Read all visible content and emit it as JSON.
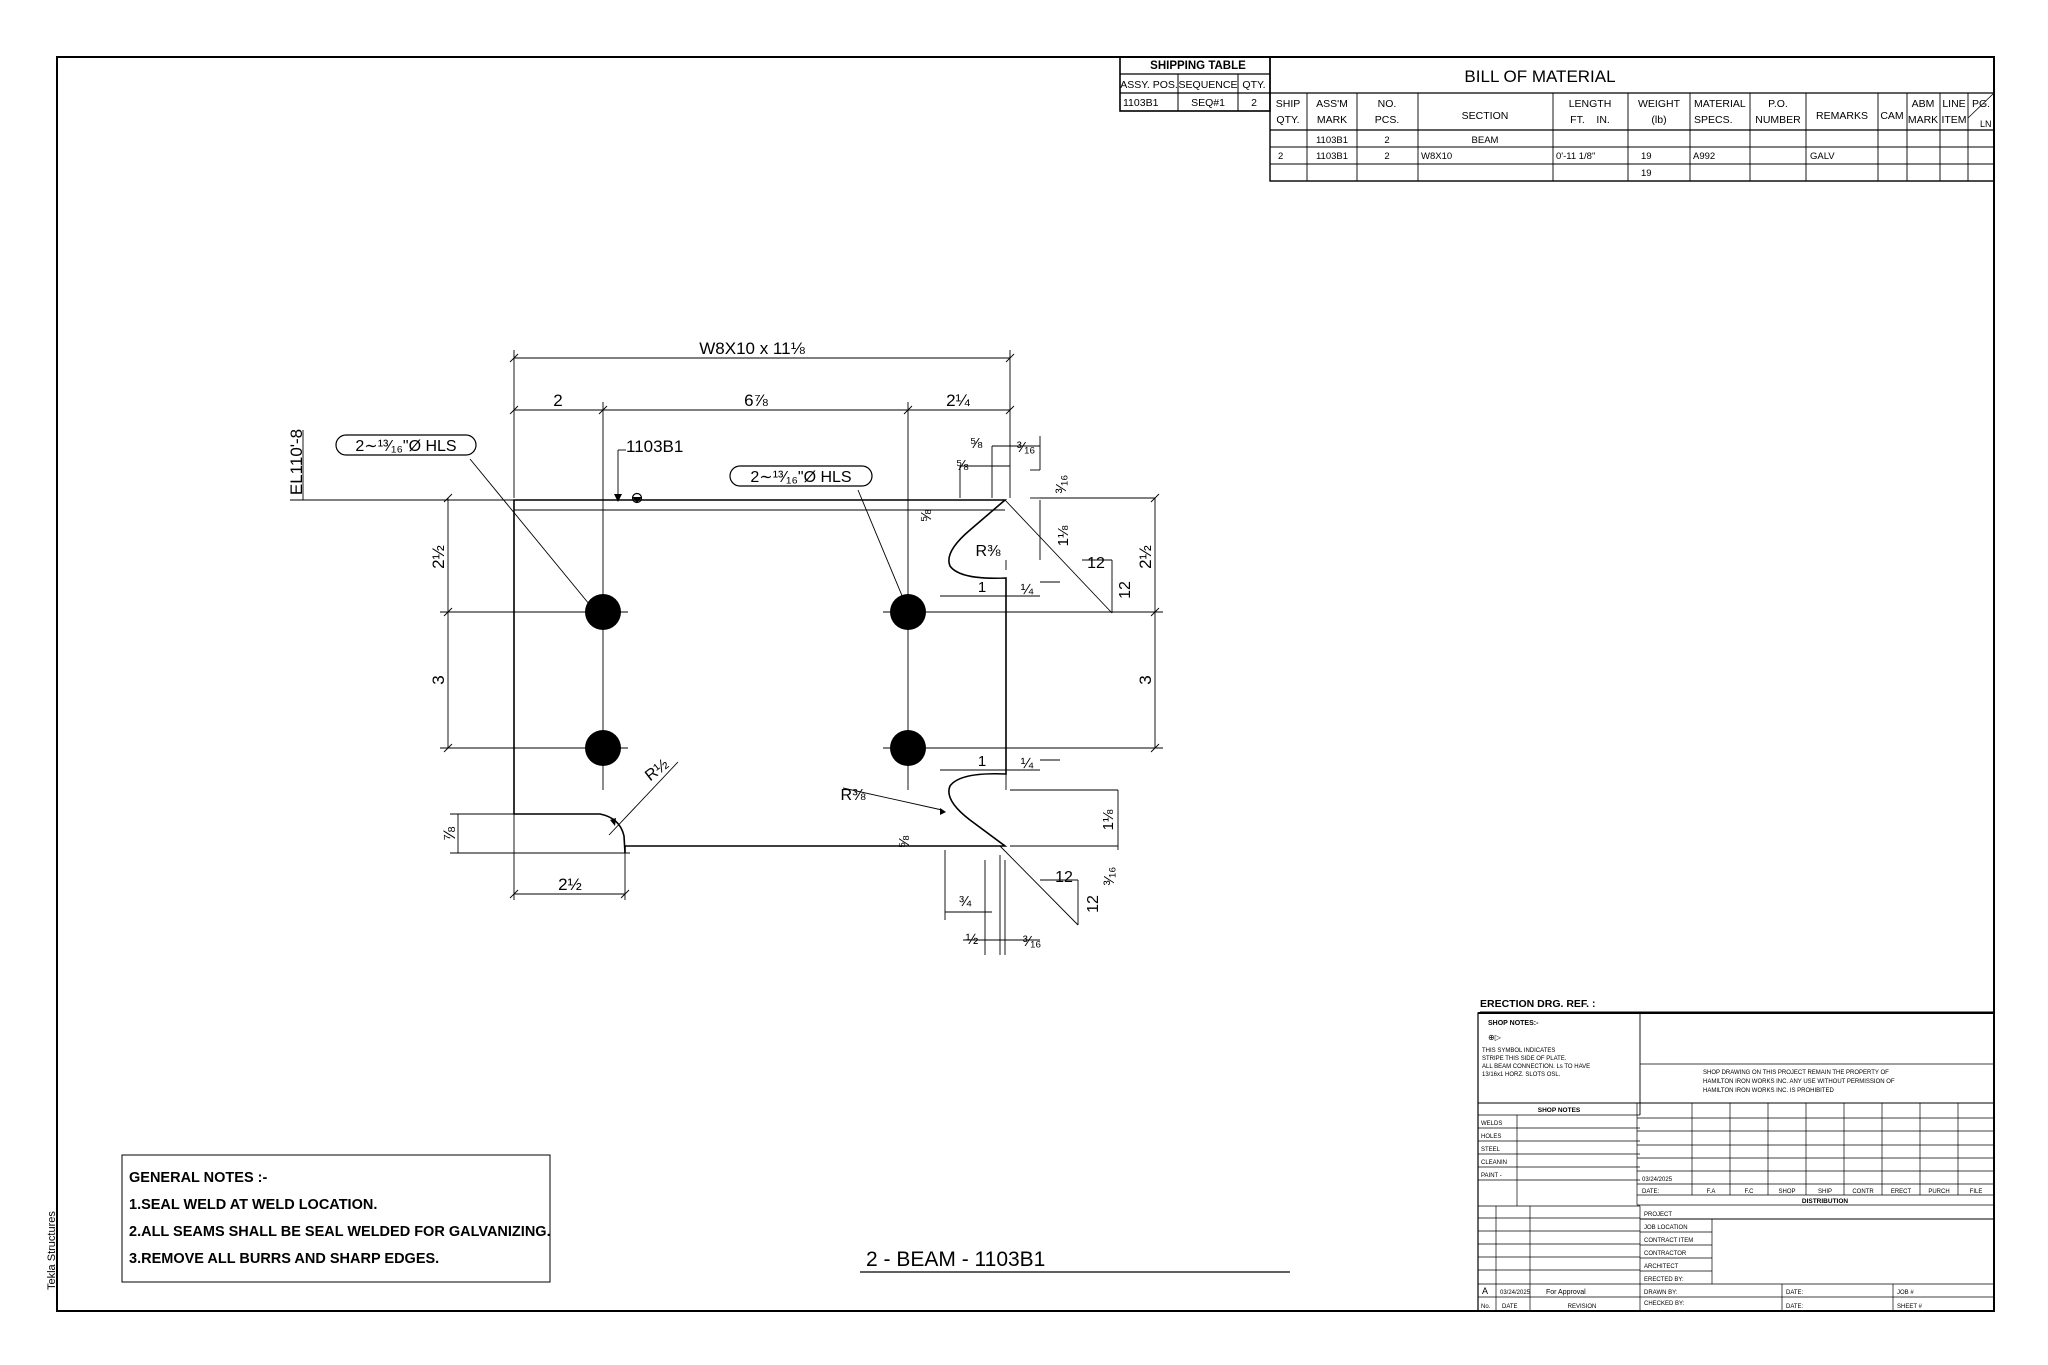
{
  "shipping_table": {
    "title": "SHIPPING TABLE",
    "headers": [
      "ASSY. POS.",
      "SEQUENCE",
      "QTY."
    ],
    "row": [
      "1103B1",
      "SEQ#1",
      "2"
    ]
  },
  "bom": {
    "title": "BILL OF MATERIAL",
    "headers": [
      [
        "SHIP",
        "QTY."
      ],
      [
        "ASS'M",
        "MARK"
      ],
      [
        "NO.",
        "PCS."
      ],
      [
        "SECTION",
        ""
      ],
      [
        "LENGTH",
        "FT.    IN."
      ],
      [
        "WEIGHT",
        "(lb)"
      ],
      [
        "MATERIAL",
        "SPECS."
      ],
      [
        "P.O.",
        "NUMBER"
      ],
      [
        "REMARKS",
        ""
      ],
      [
        "CAM",
        ""
      ],
      [
        "ABM",
        "MARK"
      ],
      [
        "LINE",
        "ITEM"
      ],
      [
        "PG.",
        "LN"
      ]
    ],
    "rows": [
      [
        "",
        "1103B1",
        "2",
        "BEAM",
        "",
        "",
        "",
        "",
        "",
        "",
        "",
        "",
        ""
      ],
      [
        "2",
        "1103B1",
        "2",
        "W8X10",
        "0'-11 1/8\"",
        "19",
        "A992",
        "",
        "GALV",
        "",
        "",
        "",
        ""
      ],
      [
        "",
        "",
        "",
        "",
        "",
        "19",
        "",
        "",
        "",
        "",
        "",
        "",
        ""
      ]
    ]
  },
  "drawing": {
    "overall_dim": "W8X10 x 11⅛",
    "dim_left": "2",
    "dim_mid": "6⅞",
    "dim_right": "2¼",
    "elevation": "EL110'-8",
    "mark_label": "1103B1",
    "hole_callout_left": "2∼¹³⁄₁₆\"Ø HLS",
    "hole_callout_right": "2∼¹³⁄₁₆\"Ø HLS",
    "dim_5_8_a": "⅝",
    "dim_5_8_b": "⅝",
    "dim_5_8_c": "⅝",
    "dim_5_8_d": "⅝",
    "dim_3_16_a": "³⁄₁₆",
    "dim_3_16_b": "³⁄₁₆",
    "dim_3_16_c": "³⁄₁₆",
    "dim_3_16_d": "³⁄₁₆",
    "dim_1_1_8_a": "1⅛",
    "dim_1_1_8_b": "1⅛",
    "radius_3_8_top": "R⅜",
    "radius_3_8_bot": "R⅜",
    "radius_1_2": "R½",
    "dim_1_top": "1",
    "dim_1_4_top": "¼",
    "dim_1_bot": "1",
    "dim_1_4_bot": "¼",
    "slope_12_a": "12",
    "slope_12_b": "12",
    "slope_12_c": "12",
    "slope_12_d": "12",
    "dim_2_1_2_left": "2½",
    "dim_3_left": "3",
    "dim_2_1_2_right": "2½",
    "dim_3_right": "3",
    "dim_7_8": "⅞",
    "dim_2_1_2_bottom": "2½",
    "dim_3_4": "¾",
    "dim_1_2": "½"
  },
  "general_notes": {
    "title": "GENERAL NOTES :-",
    "items": [
      "1.SEAL WELD AT WELD LOCATION.",
      "2.ALL SEAMS SHALL BE SEAL WELDED FOR GALVANIZING.",
      "3.REMOVE ALL BURRS AND SHARP EDGES."
    ]
  },
  "drawing_title": "2 - BEAM - 1103B1",
  "side_label": "Tekla Structures",
  "title_block": {
    "erection_ref": "ERECTION DRG. REF. :",
    "shop_notes_title": "SHOP NOTES:-",
    "shop_notes_lines": [
      "THIS SYMBOL INDICATES",
      "STRIPE THIS SIDE OF PLATE.",
      "ALL BEAM CONNECTION. Ls TO HAVE",
      "13/16x1 HORZ. SLOTS OSL."
    ],
    "ownership_lines": [
      "SHOP DRAWING ON THIS PROJECT REMAIN THE PROPERTY OF",
      "HAMILTON IRON WORKS INC. ANY USE WITHOUT PERMISSION OF",
      "HAMILTON IRON WORKS INC. IS PROHIBITED"
    ],
    "shop_notes_header": "SHOP NOTES",
    "shop_rows": [
      "WELDS",
      "HOLES",
      "STEEL",
      "CLEANIN",
      "PAINT  -"
    ],
    "dist_date": "03/24/2025",
    "dist_cols": [
      "DATE:",
      "F.A",
      "F.C",
      "SHOP",
      "SHIP",
      "CONTR",
      "ERECT",
      "PURCH",
      "FILE"
    ],
    "distribution": "DISTRIBUTION",
    "project_rows": [
      "PROJECT",
      "JOB LOCATION",
      "CONTRACT ITEM",
      "CONTRACTOR",
      "ARCHITECT",
      "ERECTED BY:"
    ],
    "rev_row": [
      "A",
      "03/24/2025",
      "For Approval"
    ],
    "rev_header": [
      "No.",
      "DATE",
      "REVISION"
    ],
    "drawn_by": "DRAWN BY:",
    "checked_by": "CHECKED BY:",
    "date_label": "DATE:",
    "date_label2": "DATE:",
    "job_no": "JOB #",
    "sheet_no": "SHEET #"
  }
}
